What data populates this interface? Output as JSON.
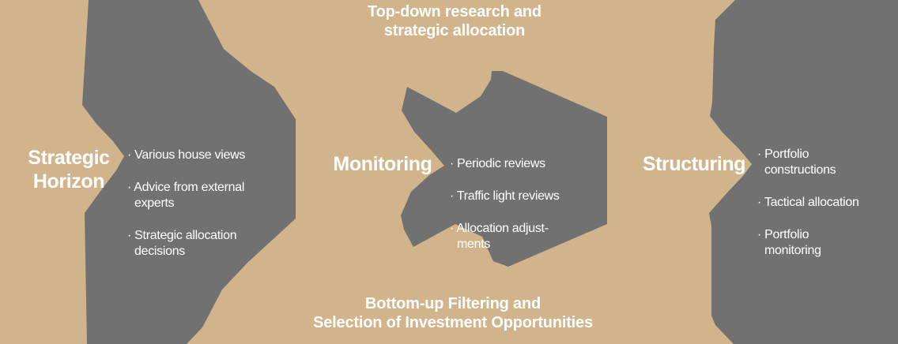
{
  "colors": {
    "background": "#d2b48c",
    "shape": "#717171",
    "text": "#ffffff"
  },
  "headings": {
    "top": "Top-down research and\nstrategic allocation",
    "bottom": "Bottom-up Filtering and\nSelection of Investment Opportunities"
  },
  "stages": [
    {
      "label": "Strategic\nHorizon",
      "items": [
        "· Various house views",
        "· Advice from external\nexperts",
        "· Strategic allocation\ndecisions"
      ]
    },
    {
      "label": "Monitoring",
      "items": [
        "· Periodic reviews",
        "· Traffic light reviews",
        "· Allocation adjust-\nments"
      ]
    },
    {
      "label": "Structuring",
      "items": [
        "· Portfolio\nconstructions",
        "· Tactical allocation",
        "· Portfolio\nmonitoring"
      ]
    }
  ]
}
